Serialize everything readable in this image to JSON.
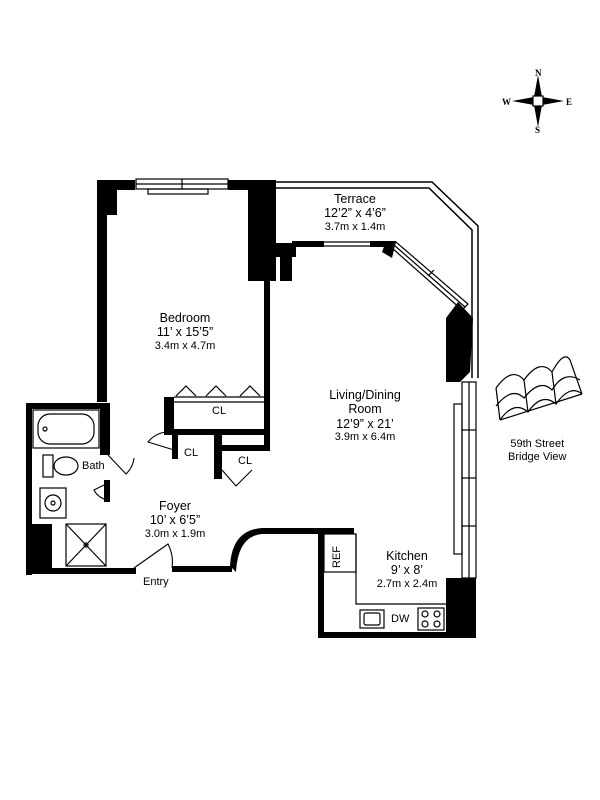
{
  "compass": {
    "n": "N",
    "s": "S",
    "e": "E",
    "w": "W"
  },
  "rooms": {
    "terrace": {
      "name": "Terrace",
      "dim": "12’2” x 4’6”",
      "metric": "3.7m x 1.4m"
    },
    "bedroom": {
      "name": "Bedroom",
      "dim": "11’ x 15’5”",
      "metric": "3.4m x 4.7m"
    },
    "living": {
      "name1": "Living/Dining",
      "name2": "Room",
      "dim": "12’9” x 21’",
      "metric": "3.9m x 6.4m"
    },
    "foyer": {
      "name": "Foyer",
      "dim": "10’ x 6’5”",
      "metric": "3.0m x 1.9m"
    },
    "kitchen": {
      "name": "Kitchen",
      "dim": "9’ x 8’",
      "metric": "2.7m x 2.4m"
    }
  },
  "labels": {
    "bath": "Bath",
    "closet": "CL",
    "ref": "REF",
    "dw": "DW",
    "entry": "Entry",
    "view_line1": "59th Street",
    "view_line2": "Bridge View"
  }
}
